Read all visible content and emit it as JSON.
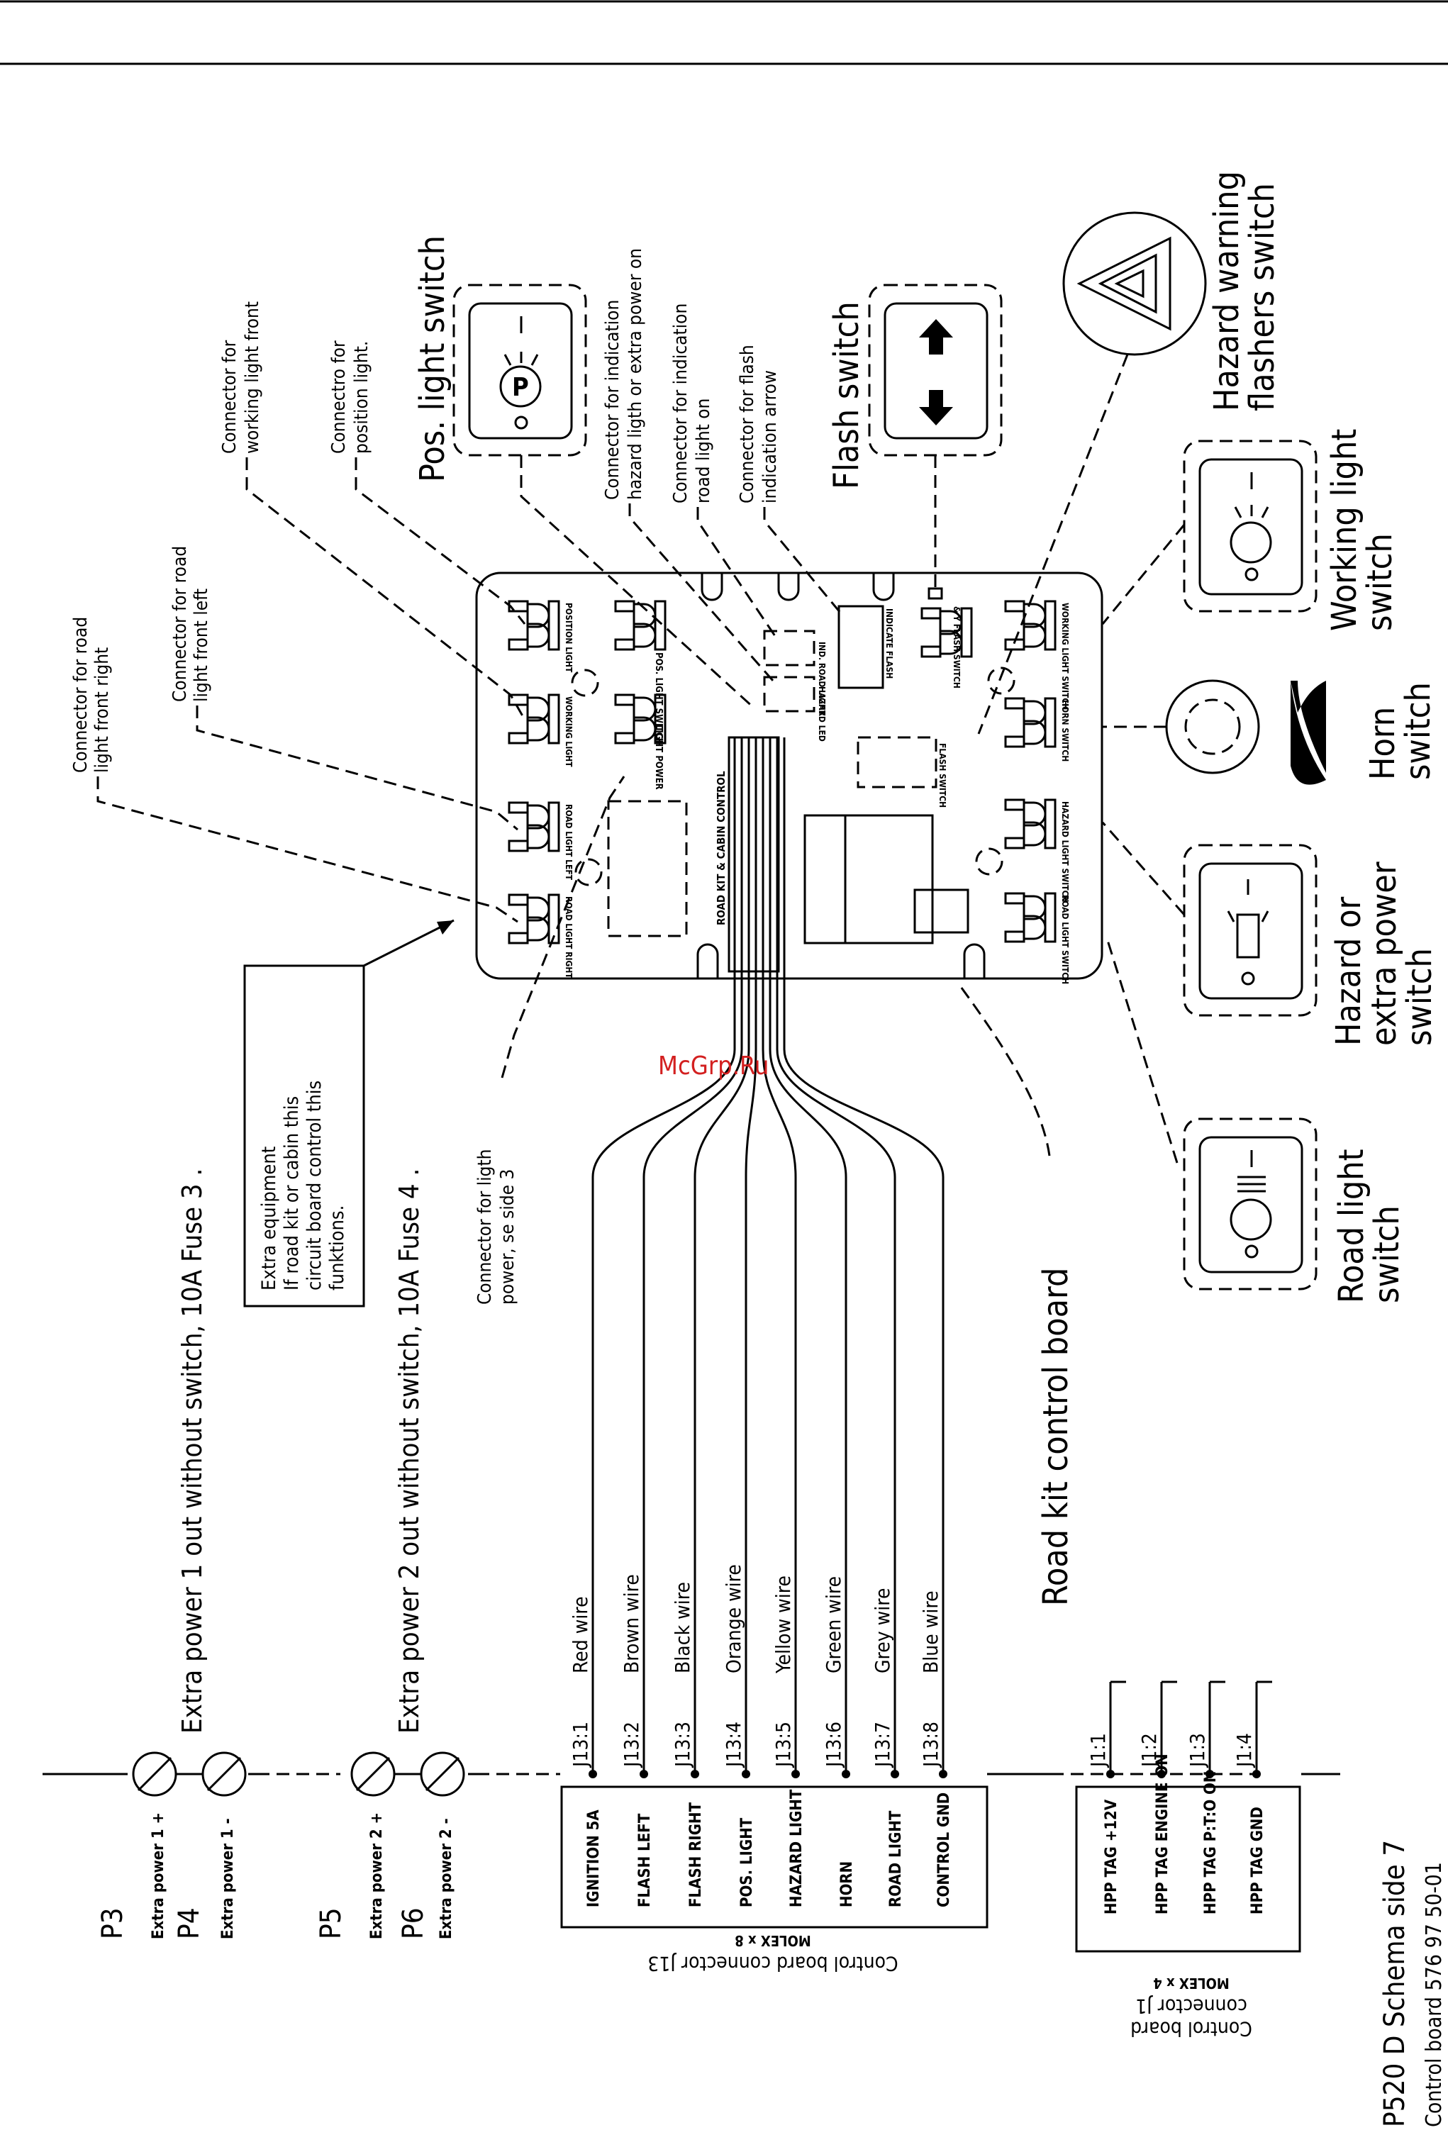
{
  "page": {
    "schema_title": "P520 D Schema side 7",
    "schema_subtitle": "Control board  576  97  50-01",
    "watermark": "McGrp.Ru"
  },
  "power_terminals": [
    {
      "id": "P3",
      "label": "Extra power 1 +"
    },
    {
      "id": "P4",
      "label": "Extra power 1 -"
    },
    {
      "id": "P5",
      "label": "Extra power 2 +"
    },
    {
      "id": "P6",
      "label": "Extra power 2 -"
    }
  ],
  "power_notes": {
    "extra_power_1": "Extra power 1 out without switch, 10A Fuse 3 .",
    "extra_power_2": "Extra power 2 out without switch, 10A Fuse 4 ."
  },
  "extra_equipment_note": [
    "Extra equipment",
    "If road kit or cabin this",
    "circuit board control this",
    "funktions."
  ],
  "connector_j13": {
    "title": "Control board   connector J13",
    "type": "MOLEX x 8",
    "pins": [
      {
        "pin": "J13:1",
        "signal": "IGNITION 5A",
        "wire": "Red wire"
      },
      {
        "pin": "J13:2",
        "signal": "FLASH LEFT",
        "wire": "Brown wire"
      },
      {
        "pin": "J13:3",
        "signal": "FLASH RIGHT",
        "wire": "Black wire"
      },
      {
        "pin": "J13:4",
        "signal": "POS. LIGHT",
        "wire": "Orange wire"
      },
      {
        "pin": "J13:5",
        "signal": "HAZARD LIGHT",
        "wire": "Yellow wire"
      },
      {
        "pin": "J13:6",
        "signal": "HORN",
        "wire": "Green wire"
      },
      {
        "pin": "J13:7",
        "signal": "ROAD LIGHT",
        "wire": "Grey wire"
      },
      {
        "pin": "J13:8",
        "signal": "CONTROL GND",
        "wire": "Blue wire"
      }
    ]
  },
  "connector_j1": {
    "title_1": "Control board",
    "title_2": "connector J1",
    "type": "MOLEX x 4",
    "pins": [
      {
        "pin": "J1:1",
        "signal": "HPP TAG +12V"
      },
      {
        "pin": "J1:2",
        "signal": "HPP TAG ENGINE ON"
      },
      {
        "pin": "J1:3",
        "signal": "HPP TAG P:T:O ON"
      },
      {
        "pin": "J1:4",
        "signal": "HPP TAG GND"
      }
    ]
  },
  "board": {
    "label": "Road kit control board",
    "silk_center": "ROAD KIT & CABIN CONTROL",
    "silk_left": [
      "POSITION LIGHT",
      "WORKING LIGHT",
      "ROAD LIGHT LEFT",
      "ROAD LIGHT RIGHT"
    ],
    "silk_mid": [
      "POS. LIGHT SWITCH",
      "LIGHT POWER"
    ],
    "silk_leds": [
      "IND. ROAD LIGHT",
      "HAZARD LED",
      "INDICATE FLASH",
      "FLASH SWITCH",
      "& Y FLASH SWITCH"
    ],
    "silk_right": [
      "WORKING LIGHT SWITCH",
      "HORN SWITCH",
      "HAZARD LIGHT SWITCH",
      "ROAD LIGHT SWITCH"
    ]
  },
  "callouts": {
    "road_front_right": [
      "Connector  for road",
      "light front right"
    ],
    "road_front_left": [
      "Connector  for road",
      "light front left"
    ],
    "working_front": [
      "Connector  for",
      "working light front"
    ],
    "position": [
      "Connectro  for",
      "position light."
    ],
    "ind_hazard": [
      "Connector  for indication",
      "hazard ligth or extra power on"
    ],
    "ind_road": [
      "Connector  for indication",
      "road light on"
    ],
    "flash_arrow": [
      "Connector  for flash",
      "indication  arrow"
    ],
    "light_power": [
      "Connector  for ligth",
      "power, se side 3"
    ]
  },
  "switches": {
    "pos_light": "Pos. light  switch",
    "flash": "Flash  switch",
    "hazard_warning": [
      "Hazard warning",
      "flashers switch"
    ],
    "working": [
      "Working light",
      "switch"
    ],
    "horn": [
      "Horn",
      "switch"
    ],
    "hazard_extra": [
      "Hazard or",
      "extra power",
      "switch"
    ],
    "road": [
      "Road light",
      "switch"
    ]
  }
}
